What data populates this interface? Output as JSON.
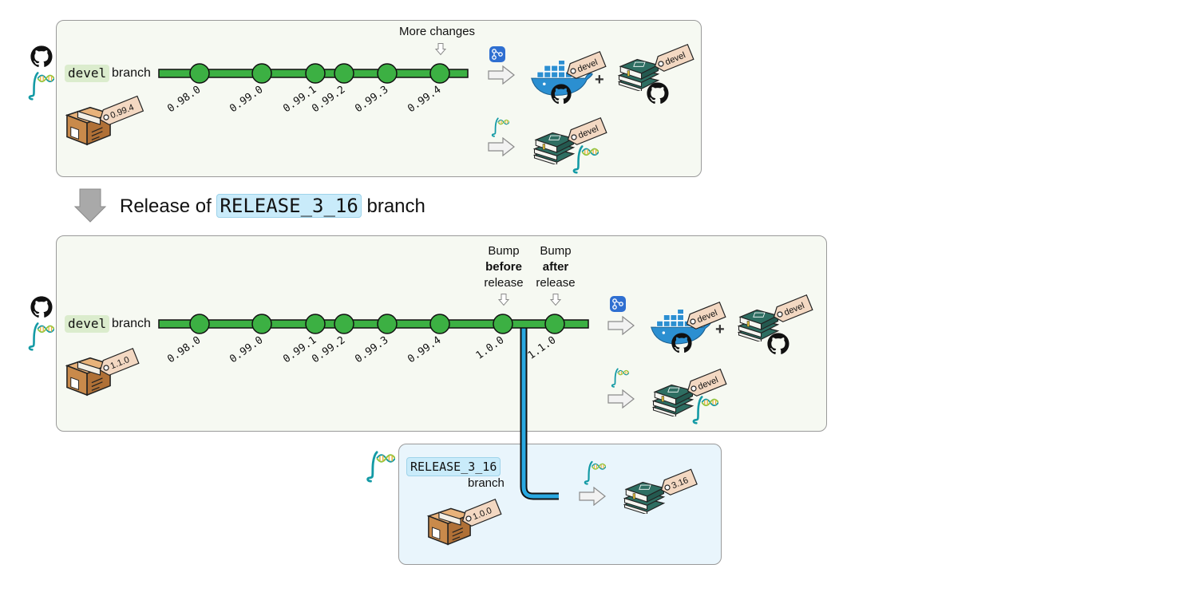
{
  "top_panel": {
    "branch_code": "devel",
    "branch_word": "branch",
    "note": "More changes",
    "package_tag": "0.99.4",
    "versions": [
      "0.98.0",
      "0.99.0",
      "0.99.1",
      "0.99.2",
      "0.99.3",
      "0.99.4"
    ],
    "docker_tag": "devel",
    "books_tag": "devel",
    "bioc_books_tag": "devel"
  },
  "transition": {
    "prefix": "Release of",
    "code": "RELEASE_3_16",
    "suffix": "branch"
  },
  "bottom_panel": {
    "branch_code": "devel",
    "branch_word": "branch",
    "bump_before": {
      "line1": "Bump",
      "line2": "before",
      "line3": "release"
    },
    "bump_after": {
      "line1": "Bump",
      "line2": "after",
      "line3": "release"
    },
    "package_tag": "1.1.0",
    "versions": [
      "0.98.0",
      "0.99.0",
      "0.99.1",
      "0.99.2",
      "0.99.3",
      "0.99.4",
      "1.0.0",
      "1.1.0"
    ],
    "docker_tag": "devel",
    "books_tag": "devel",
    "bioc_books_tag": "devel"
  },
  "release_panel": {
    "branch_code": "RELEASE_3_16",
    "branch_word": "branch",
    "package_tag": "1.0.0",
    "books_tag": "3.16"
  },
  "colors": {
    "node_green": "#3cb043",
    "line_green": "#3cb043",
    "release_blue": "#29a8e0",
    "panel_green": "#f6f9f2",
    "panel_blue": "#e9f5fc",
    "tag_fill": "#f3d8c2",
    "docker_blue": "#2b8fd1",
    "book_green": "#2e6e62",
    "bioc_teal": "#139aa5"
  },
  "icons": [
    "github-icon",
    "bioconductor-icon",
    "package-box-icon",
    "docker-icon",
    "books-icon",
    "actions-icon",
    "arrow-right-icon",
    "tag-icon"
  ]
}
